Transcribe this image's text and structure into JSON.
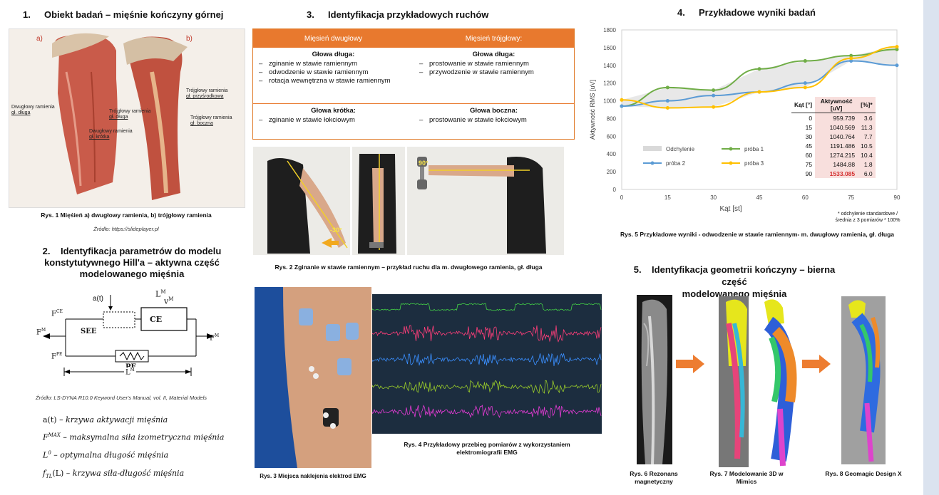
{
  "s1": {
    "num": "1.",
    "title": "Obiekt badań – mięśnie kończyny górnej",
    "label_a": "a)",
    "label_b": "b)",
    "anat_left": [
      "Dwugłowy ramienia",
      "gł. długa"
    ],
    "anat_left2": [
      "Dwugłowy ramienia",
      "gł. krótka"
    ],
    "anat_mid": [
      "Trójgłowy ramienia",
      "gł. długa"
    ],
    "anat_right1": [
      "Trójgłowy ramienia",
      "gł. przyśrodkowa"
    ],
    "anat_right2": [
      "Trójgłowy ramienia",
      "gł. boczna"
    ],
    "caption": "Rys. 1 Mięśień a) dwugłowy ramienia, b) trójgłowy ramienia",
    "source": "Źródło: https://slideplayer.pl"
  },
  "s2": {
    "num": "2.",
    "title_lines": [
      "Identyfikacja parametrów do modelu",
      "konstytutywnego Hill'a – aktywna część",
      "modelowanego mięśnia"
    ],
    "diagram": {
      "at": "a(t)",
      "lm": "L",
      "vm": "v",
      "m": "M",
      "fce": "F",
      "ce": "CE",
      "see": "SEE",
      "pe": "PE",
      "fm_left": "F",
      "fm_right": "F",
      "fpe": "F",
      "lm_bottom": "L"
    },
    "source": "Źródło: LS-DYNA R10.0 Keyword User's Manual, vol. II, Material Models",
    "formulas": [
      {
        "sym": "a(t)",
        "desc": "– krzywa aktywacji mięśnia"
      },
      {
        "sym": "F",
        "sup": "MAX",
        "desc": "– maksymalna siła izometryczna mięśnia"
      },
      {
        "sym": "L",
        "sup": "0",
        "desc": "– optymalna długość mięśnia"
      },
      {
        "sym": "f",
        "sub": "TL",
        "arg": "(L)",
        "desc": "– krzywa siła-długość mięśnia"
      }
    ]
  },
  "s3": {
    "num": "3.",
    "title": "Identyfikacja przykładowych ruchów",
    "col1_header": "Mięsień dwugłowy",
    "col2_header": "Mięsień trójgłowy:",
    "r1c1_title": "Głowa długa:",
    "r1c1_items": [
      "zginanie w stawie ramiennym",
      "odwodzenie w stawie ramiennym",
      "rotacja wewnętrzna w stawie ramiennym"
    ],
    "r1c2_title": "Głowa długa:",
    "r1c2_items": [
      "prostowanie w stawie ramiennym",
      "przywodzenie w stawie ramiennym"
    ],
    "r2c1_title": "Głowa krótka:",
    "r2c1_items": [
      "zginanie w stawie łokciowym"
    ],
    "r2c2_title": "Głowa boczna:",
    "r2c2_items": [
      "prostowanie w stawie łokciowym"
    ],
    "angle1": "-30°",
    "angle2": "90°",
    "caption2": "Rys. 2 Zginanie w stawie ramiennym – przykład ruchu dla m. dwugłowego ramienia, gł. długa",
    "caption3": "Rys. 3  Miejsca naklejenia elektrod EMG",
    "caption4_lines": [
      "Rys. 4  Przykładowy przebieg pomiarów z wykorzystaniem",
      "elektromiografii EMG"
    ]
  },
  "s4": {
    "num": "4.",
    "title": "Przykładowe wyniki badań",
    "caption": "Rys. 5 Przykładowe wyniki - odwodzenie w stawie ramiennym- m. dwugłowy ramienia, gł. długa",
    "footnote_lines": [
      "*  odchylenie standardowe /",
      "średnia z 3 pomiarów * 100%"
    ],
    "table_headers": [
      "Kąt [°]",
      "Aktywność [uV]",
      "[%]*"
    ],
    "table_rows": [
      [
        "0",
        "959.739",
        "3.6"
      ],
      [
        "15",
        "1040.569",
        "11.3"
      ],
      [
        "30",
        "1040.764",
        "7.7"
      ],
      [
        "45",
        "1191.486",
        "10.5"
      ],
      [
        "60",
        "1274.215",
        "10.4"
      ],
      [
        "75",
        "1484.88",
        "1.8"
      ],
      [
        "90",
        "1533.085",
        "6.0"
      ]
    ],
    "highlight_color": "#d32f2f"
  },
  "chart_data": {
    "type": "line",
    "xlabel": "Kąt [st]",
    "ylabel": "Aktywność RMS [uV]",
    "x": [
      0,
      15,
      30,
      45,
      60,
      75,
      90
    ],
    "xlim": [
      0,
      90
    ],
    "ylim": [
      0,
      1800
    ],
    "yticks": [
      0,
      200,
      400,
      600,
      800,
      1000,
      1200,
      1400,
      1600,
      1800
    ],
    "grid": false,
    "legend_position": "bottom-left",
    "series": [
      {
        "name": "próba 1",
        "color": "#70ad47",
        "values": [
          940,
          1150,
          1120,
          1360,
          1450,
          1510,
          1580
        ]
      },
      {
        "name": "próba 2",
        "color": "#5b9bd5",
        "values": [
          940,
          1000,
          1060,
          1100,
          1200,
          1450,
          1400
        ]
      },
      {
        "name": "próba 3",
        "color": "#ffc000",
        "values": [
          1010,
          920,
          930,
          1100,
          1150,
          1480,
          1610
        ]
      }
    ],
    "band": {
      "name": "Odchylenie",
      "color": "#d9d9d9"
    }
  },
  "s5": {
    "num": "5.",
    "title_lines": [
      "Identyfikacja geometrii kończyny – bierna część",
      "modelowanego mięśnia"
    ],
    "cap6_lines": [
      "Rys. 6 Rezonans",
      "magnetyczny"
    ],
    "cap7_lines": [
      "Rys. 7 Modelowanie 3D w",
      "Mimics"
    ],
    "cap8": "Rys. 8 Geomagic Design X",
    "arrow_color": "#ed7d31"
  }
}
